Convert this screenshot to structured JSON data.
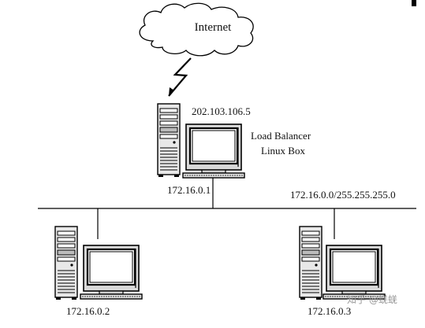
{
  "cloud": {
    "label": "Internet"
  },
  "load_balancer": {
    "external_ip": "202.103.106.5",
    "title_line1": "Load Balancer",
    "title_line2": "Linux Box",
    "internal_ip": "172.16.0.1"
  },
  "network": {
    "subnet": "172.16.0.0/255.255.255.0"
  },
  "servers": [
    {
      "ip": "172.16.0.2"
    },
    {
      "ip": "172.16.0.3"
    }
  ],
  "watermark": {
    "text": "知乎 @蜣蜣"
  },
  "colors": {
    "line": "#000000",
    "screen": "#ffffff",
    "case": "#e6e6e6"
  },
  "icons": [
    "cloud-icon",
    "lightning-icon",
    "tower-computer-icon",
    "crt-monitor-icon"
  ]
}
